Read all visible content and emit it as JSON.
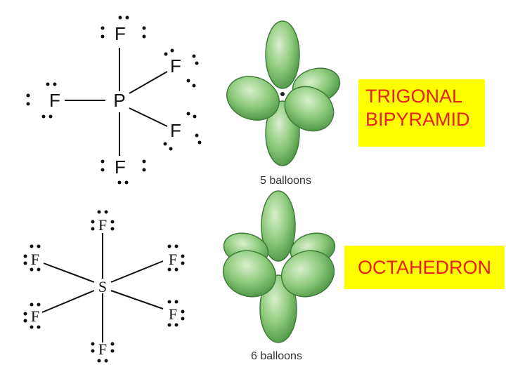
{
  "pf5": {
    "center": "P",
    "ligand": "F"
  },
  "sf6": {
    "center": "S",
    "ligand": "F"
  },
  "balloons": {
    "five_caption": "5 balloons",
    "six_caption": "6 balloons",
    "balloon_color": "#7cbd6a"
  },
  "labels": {
    "trigonal_line1": "TRIGONAL",
    "trigonal_line2": "BIPYRAMID",
    "octahedron": "OCTAHEDRON",
    "box_color": "#ffff00",
    "text_color": "#e8201a"
  }
}
